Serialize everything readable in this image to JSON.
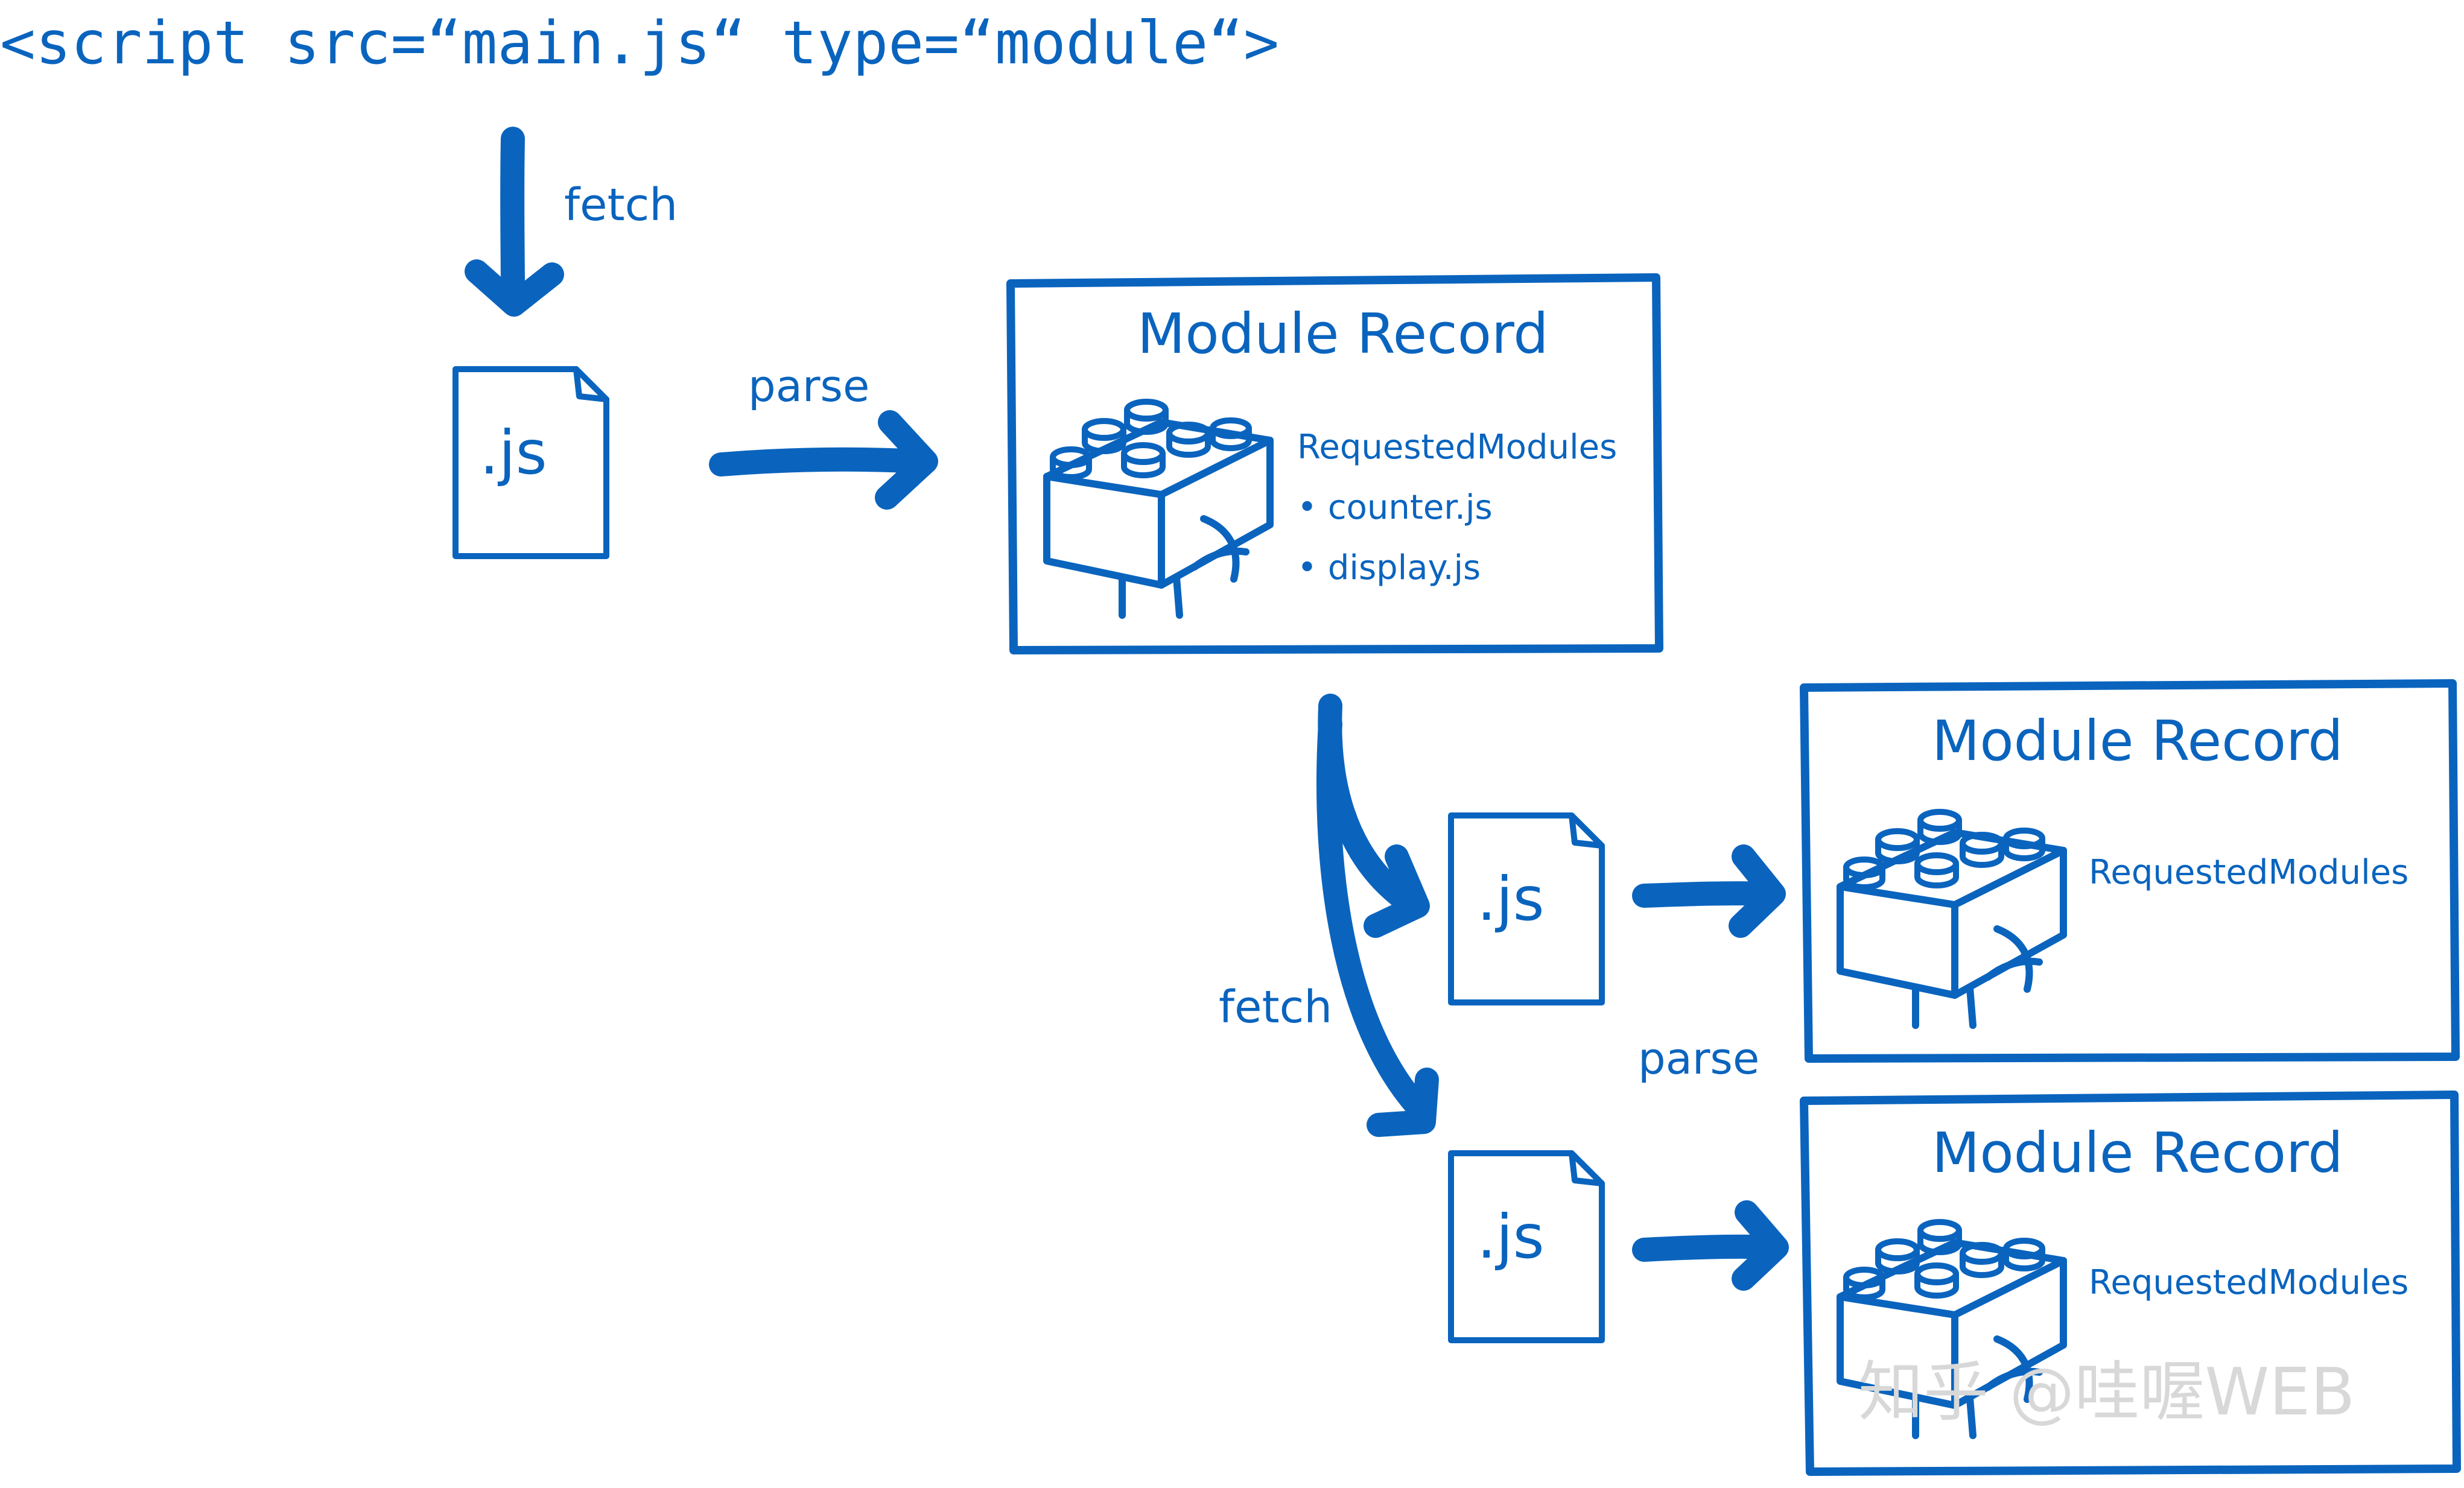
{
  "colors": {
    "ink": "#0a64be",
    "background": "#ffffff",
    "watermark": "#d8d8d8"
  },
  "script_tag": "<script src=“main.js“ type=“module“>",
  "top_fetch": {
    "label": "fetch",
    "icon": "arrow-down-icon"
  },
  "main_file": {
    "label": ".js",
    "icon": "file-icon"
  },
  "top_parse": {
    "label": "parse",
    "icon": "arrow-right-icon"
  },
  "main_record": {
    "title": "Module Record",
    "icon": "lego-brick-icon",
    "requested_label": "RequestedModules",
    "requested": [
      "• counter.js",
      "• display.js"
    ]
  },
  "branch_fetch": {
    "label": "fetch",
    "icon": "branch-arrow-icon"
  },
  "child_files": [
    {
      "label": ".js"
    },
    {
      "label": ".js"
    }
  ],
  "child_parse": {
    "label": "parse"
  },
  "child_records": [
    {
      "title": "Module Record",
      "requested_label": "RequestedModules"
    },
    {
      "title": "Module Record",
      "requested_label": "RequestedModules"
    }
  ],
  "watermark": "知乎 @哇喔WEB"
}
